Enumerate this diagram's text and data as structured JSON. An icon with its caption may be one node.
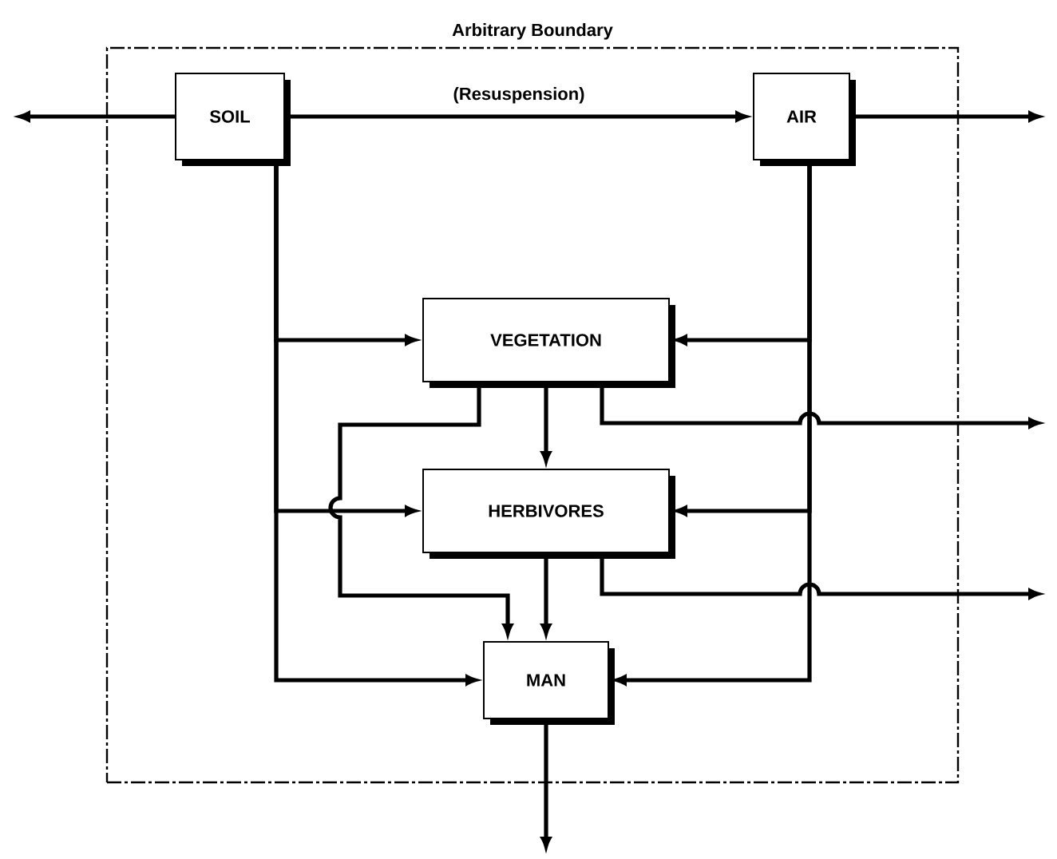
{
  "diagram": {
    "nodes": [
      {
        "text": [
          "Arbitrary Boundary"
        ]
      },
      {
        "text": [
          "SOIL"
        ],
        "in": 0
      },
      {
        "text": [
          "AIR"
        ],
        "in": 0
      },
      {
        "text": [
          "VEGETATION"
        ],
        "in": 0
      },
      {
        "text": [
          "HERBIVORES"
        ],
        "in": 0
      },
      {
        "text": [
          "MAN"
        ],
        "in": 0
      }
    ],
    "edges": [
      {
        "from": 1,
        "to": null,
        "arrow": "to"
      },
      {
        "from": 1,
        "to": 2,
        "arrow": "to",
        "label": "(Resuspension)"
      },
      {
        "from": 2,
        "to": null,
        "arrow": "to"
      },
      {
        "from": 1,
        "to": 3,
        "arrow": "to"
      },
      {
        "from": 1,
        "to": 4,
        "arrow": "to"
      },
      {
        "from": 1,
        "to": 5,
        "arrow": "to"
      },
      {
        "from": 2,
        "to": 3,
        "arrow": "to"
      },
      {
        "from": 2,
        "to": 4,
        "arrow": "to"
      },
      {
        "from": 2,
        "to": 5,
        "arrow": "to"
      },
      {
        "from": 3,
        "to": 4,
        "arrow": "to"
      },
      {
        "from": 3,
        "to": null,
        "arrow": "to"
      },
      {
        "from": 3,
        "to": 5,
        "arrow": "to"
      },
      {
        "from": 4,
        "to": 5,
        "arrow": "to"
      },
      {
        "from": 4,
        "to": null,
        "arrow": "to"
      },
      {
        "from": 5,
        "to": null,
        "arrow": "to"
      }
    ]
  }
}
